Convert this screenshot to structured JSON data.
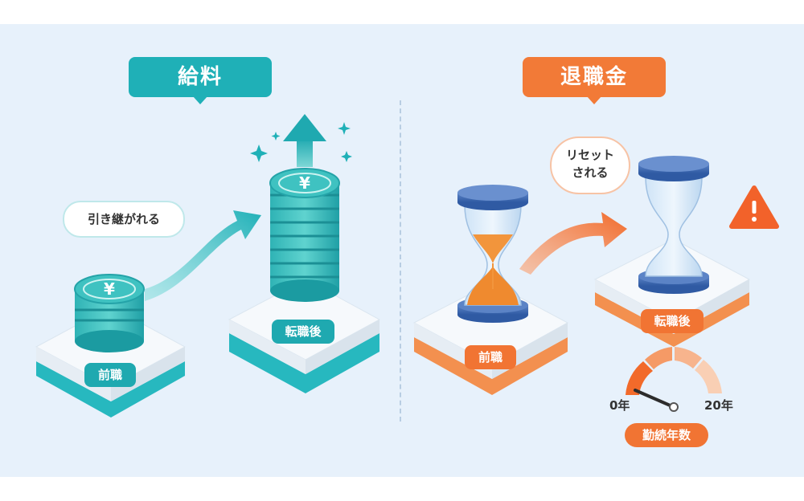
{
  "salary": {
    "title": "給料",
    "bubble": "引き継がれる",
    "before_label": "前職",
    "after_label": "転職後"
  },
  "retirement": {
    "title": "退職金",
    "bubble_line1": "リセット",
    "bubble_line2": "される",
    "before_label": "前職",
    "after_label": "転職後",
    "gauge": {
      "min_label": "0年",
      "max_label": "20年",
      "caption": "勤続年数"
    }
  },
  "colors": {
    "teal": "#1fb0b7",
    "orange": "#f27a37",
    "warning": "#f2622a"
  },
  "icons": {
    "yen_coin": "yen-coin-icon",
    "hourglass": "hourglass-icon",
    "warning": "warning-icon",
    "sparkle": "sparkle-icon"
  }
}
